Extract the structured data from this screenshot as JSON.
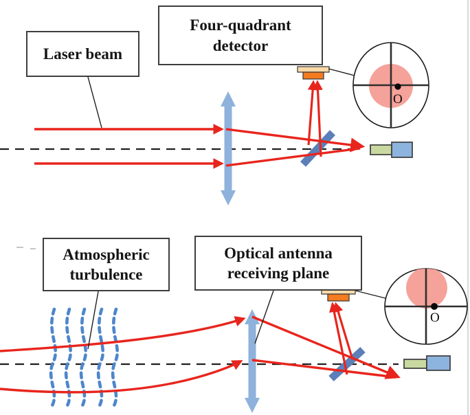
{
  "figure": {
    "top_scene": {
      "laser_beam_label": "Laser beam",
      "detector_label": "Four-quadrant detector",
      "spot_origin_label": "O"
    },
    "bottom_scene": {
      "turbulence_label": "Atmospheric turbulence",
      "receiving_plane_label": "Optical antenna receiving plane",
      "spot_origin_label": "O"
    },
    "colors": {
      "beam_red": "#E8251D",
      "lens_blue": "#8FB2DC",
      "splitter_blue": "#5C7FBA",
      "turbulence_blue": "#4E86CB",
      "spot_pink": "#F5A29A",
      "detector_orange_light": "#FBD9A8",
      "detector_orange_dark": "#F47B20",
      "fiber_green": "#C9D9A1",
      "fiber_blue": "#8DB4DF"
    }
  }
}
